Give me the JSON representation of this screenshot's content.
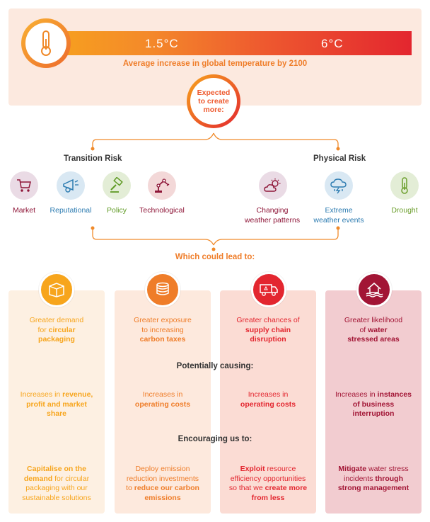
{
  "temperature": {
    "low": "1.5°C",
    "high": "6°C",
    "subtitle": "Average increase in global temperature by 2100",
    "icon": "thermometer-icon"
  },
  "center": {
    "line1": "Expected",
    "line2": "to create",
    "line3": "more:"
  },
  "transition": {
    "title": "Transition Risk",
    "items": [
      {
        "label": "Market",
        "icon": "shopping-cart-icon",
        "color": "#8e1537",
        "bg": "#eadbe5"
      },
      {
        "label": "Reputational",
        "icon": "megaphone-icon",
        "color": "#2a7ab0",
        "bg": "#d9e8f3"
      },
      {
        "label": "Policy",
        "icon": "gavel-icon",
        "color": "#5f9a24",
        "bg": "#e3edd6"
      },
      {
        "label": "Technological",
        "icon": "robot-arm-icon",
        "color": "#8e1537",
        "bg": "#f3d8d8"
      }
    ]
  },
  "physical": {
    "title": "Physical Risk",
    "items": [
      {
        "label1": "Changing",
        "label2": "weather patterns",
        "icon": "sun-cloud-icon",
        "color": "#8e1537",
        "bg": "#eadbe5"
      },
      {
        "label1": "Extreme",
        "label2": "weather events",
        "icon": "storm-cloud-icon",
        "color": "#2a7ab0",
        "bg": "#d9e8f3"
      },
      {
        "label1": "Drought",
        "label2": "",
        "icon": "thermometer-icon",
        "color": "#6b9e2c",
        "bg": "#e3edd6"
      }
    ]
  },
  "lead_to": "Which could lead to:",
  "potentially_causing": "Potentially causing:",
  "encouraging": "Encouraging us to:",
  "columns": [
    {
      "icon": "box-icon",
      "color": "#f7a51c",
      "bg": "#fdf0e2",
      "r1a": "Greater demand",
      "r1b": "for ",
      "r1c": "circular",
      "r1d": "packaging",
      "r2a": "Increases in ",
      "r2b": "revenue,",
      "r2c": "profit and market",
      "r2d": "share",
      "r3a": "Capitalise on the",
      "r3b": "demand",
      "r3c": " for circular",
      "r3d": "packaging with our",
      "r3e": "sustainable solutions"
    },
    {
      "icon": "coins-icon",
      "color": "#ef7d29",
      "bg": "#fde9dd",
      "r1a": "Greater exposure",
      "r1b": "to increasing",
      "r1c": "carbon taxes",
      "r2a": "Increases in",
      "r2b": "operating costs",
      "r3a": "Deploy emission",
      "r3b": "reduction investments",
      "r3c": "to ",
      "r3d": "reduce our carbon",
      "r3e": "emissions"
    },
    {
      "icon": "truck-icon",
      "color": "#e3262f",
      "bg": "#fbdcd4",
      "r1a": "Greater chances of",
      "r1b": "supply chain",
      "r1c": "disruption",
      "r2a": "Increases in",
      "r2b": "operating costs",
      "r3a": "Exploit",
      "r3b": " resource",
      "r3c": "efficiency opportunities",
      "r3d": "so that we ",
      "r3e": "create more",
      "r3f": "from less"
    },
    {
      "icon": "flood-house-icon",
      "color": "#a21535",
      "bg": "#f2ccd0",
      "r1a": "Greater likelihood",
      "r1b": "of ",
      "r1c": "water",
      "r1d": "stressed areas",
      "r2a": "Increases in ",
      "r2b": "instances",
      "r2c": "of business",
      "r2d": "interruption",
      "r3a": "Mitigate",
      "r3b": " water stress",
      "r3c": "incidents ",
      "r3d": "through",
      "r3e": "strong management"
    }
  ]
}
